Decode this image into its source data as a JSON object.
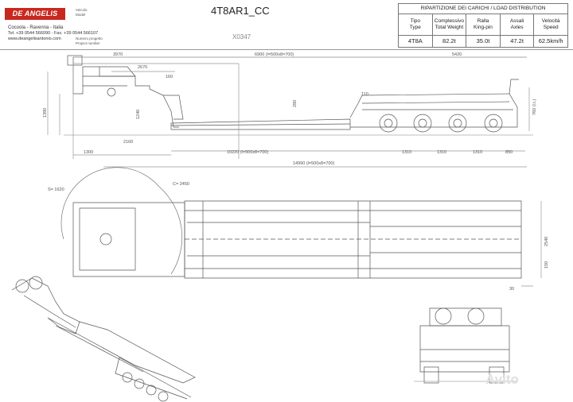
{
  "header": {
    "logo": "DE ANGELIS",
    "address_line1": "Cocoola - Ravenna - Italia",
    "address_line2": "Tel. +39 0544 566090 - Fax. +39 0544 566107",
    "address_line3": "www.deangelisantonio.com",
    "label_vehicle": "Veicolo",
    "label_model": "Model",
    "label_project": "Numero progetto",
    "label_project_en": "Project number",
    "title": "4T8AR1_CC",
    "code": "X0347"
  },
  "load_table": {
    "heading": "RIPARTIZIONE DEI CARICHI / LOAD DISTRIBUTION",
    "columns": [
      {
        "h1": "Tipo",
        "h2": "Type",
        "value": "4T8A"
      },
      {
        "h1": "Complessivo",
        "h2": "Total Weight",
        "value": "82.2t"
      },
      {
        "h1": "Ralla",
        "h2": "King-pin",
        "value": "35.0t"
      },
      {
        "h1": "Assali",
        "h2": "Axles",
        "value": "47.2t"
      },
      {
        "h1": "Velocità",
        "h2": "Speed",
        "value": "62.5km/h"
      }
    ]
  },
  "dimensions": {
    "d3970": "3970",
    "d2670": "2670",
    "d6900": "6900 (l=500x8=700)",
    "d5420": "5420",
    "d160": "160",
    "d1390": "1390",
    "d1240": "1240",
    "d280": "280",
    "d110": "110",
    "d760": "760 (l.t.)",
    "d2160": "2160",
    "d1300": "1300",
    "d10220": "10220 (l=500x8=700)",
    "d1310a": "1310",
    "d1310b": "1310",
    "d1310c": "1310",
    "d850": "850",
    "d14990": "14990 (l=500x8=700)",
    "r1620": "S= 1620",
    "r2450": "C= 2450",
    "d2540": "2540",
    "d150": "150",
    "d30": "30"
  },
  "watermark": "Avito"
}
